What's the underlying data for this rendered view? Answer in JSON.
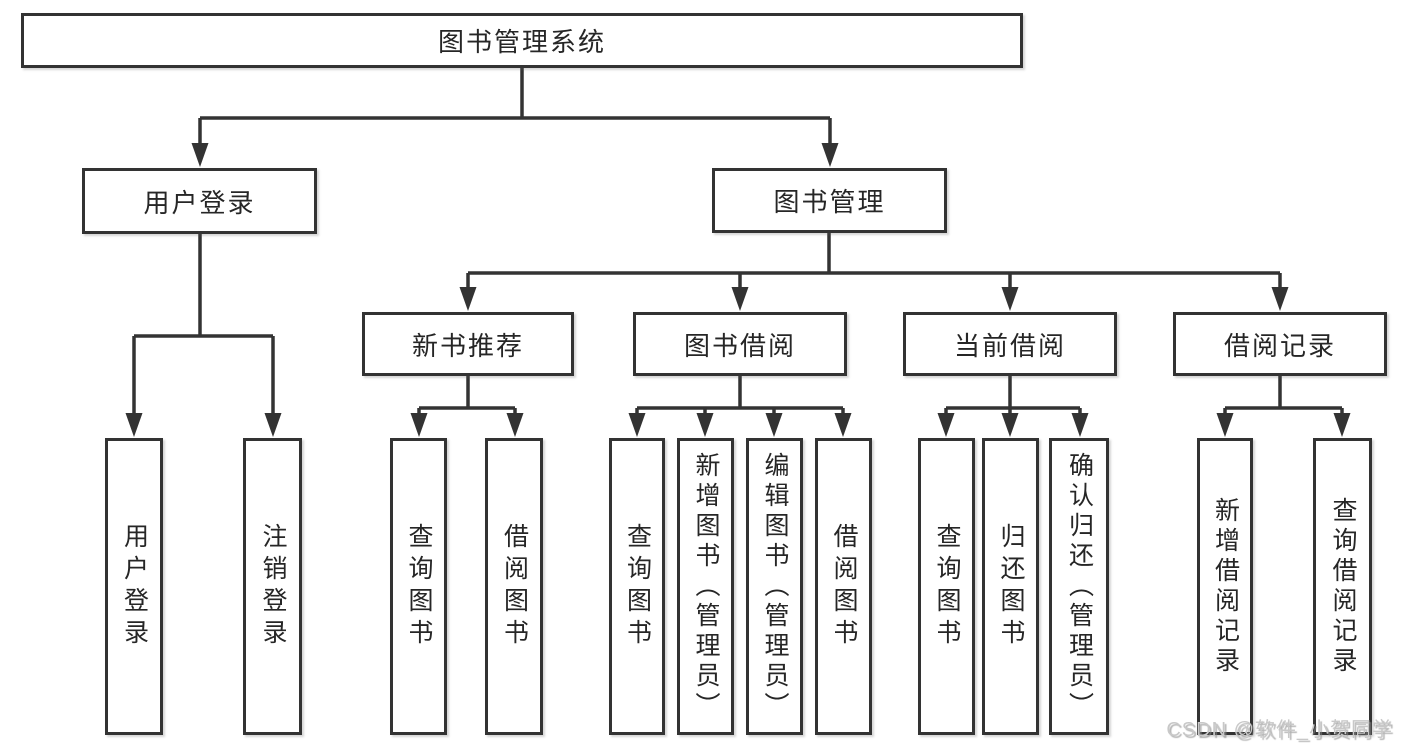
{
  "diagram": {
    "root": {
      "label": "图书管理系统"
    },
    "level2": [
      {
        "label": "用户登录"
      },
      {
        "label": "图书管理"
      }
    ],
    "level3": [
      {
        "label": "新书推荐"
      },
      {
        "label": "图书借阅"
      },
      {
        "label": "当前借阅"
      },
      {
        "label": "借阅记录"
      }
    ],
    "leaves": [
      {
        "label": "用户登录"
      },
      {
        "label": "注销登录"
      },
      {
        "label": "查询图书"
      },
      {
        "label": "借阅图书"
      },
      {
        "label": "查询图书"
      },
      {
        "label": "新增图书（管理员）"
      },
      {
        "label": "编辑图书（管理员）"
      },
      {
        "label": "借阅图书"
      },
      {
        "label": "查询图书"
      },
      {
        "label": "归还图书"
      },
      {
        "label": "确认归还（管理员）"
      },
      {
        "label": "新增借阅记录"
      },
      {
        "label": "查询借阅记录"
      }
    ]
  },
  "watermark": {
    "text": "CSDN @软件_小贺同学"
  },
  "colors": {
    "line": "#333333",
    "text": "#262626",
    "background": "#ffffff",
    "watermark": "#c8c8c8"
  }
}
